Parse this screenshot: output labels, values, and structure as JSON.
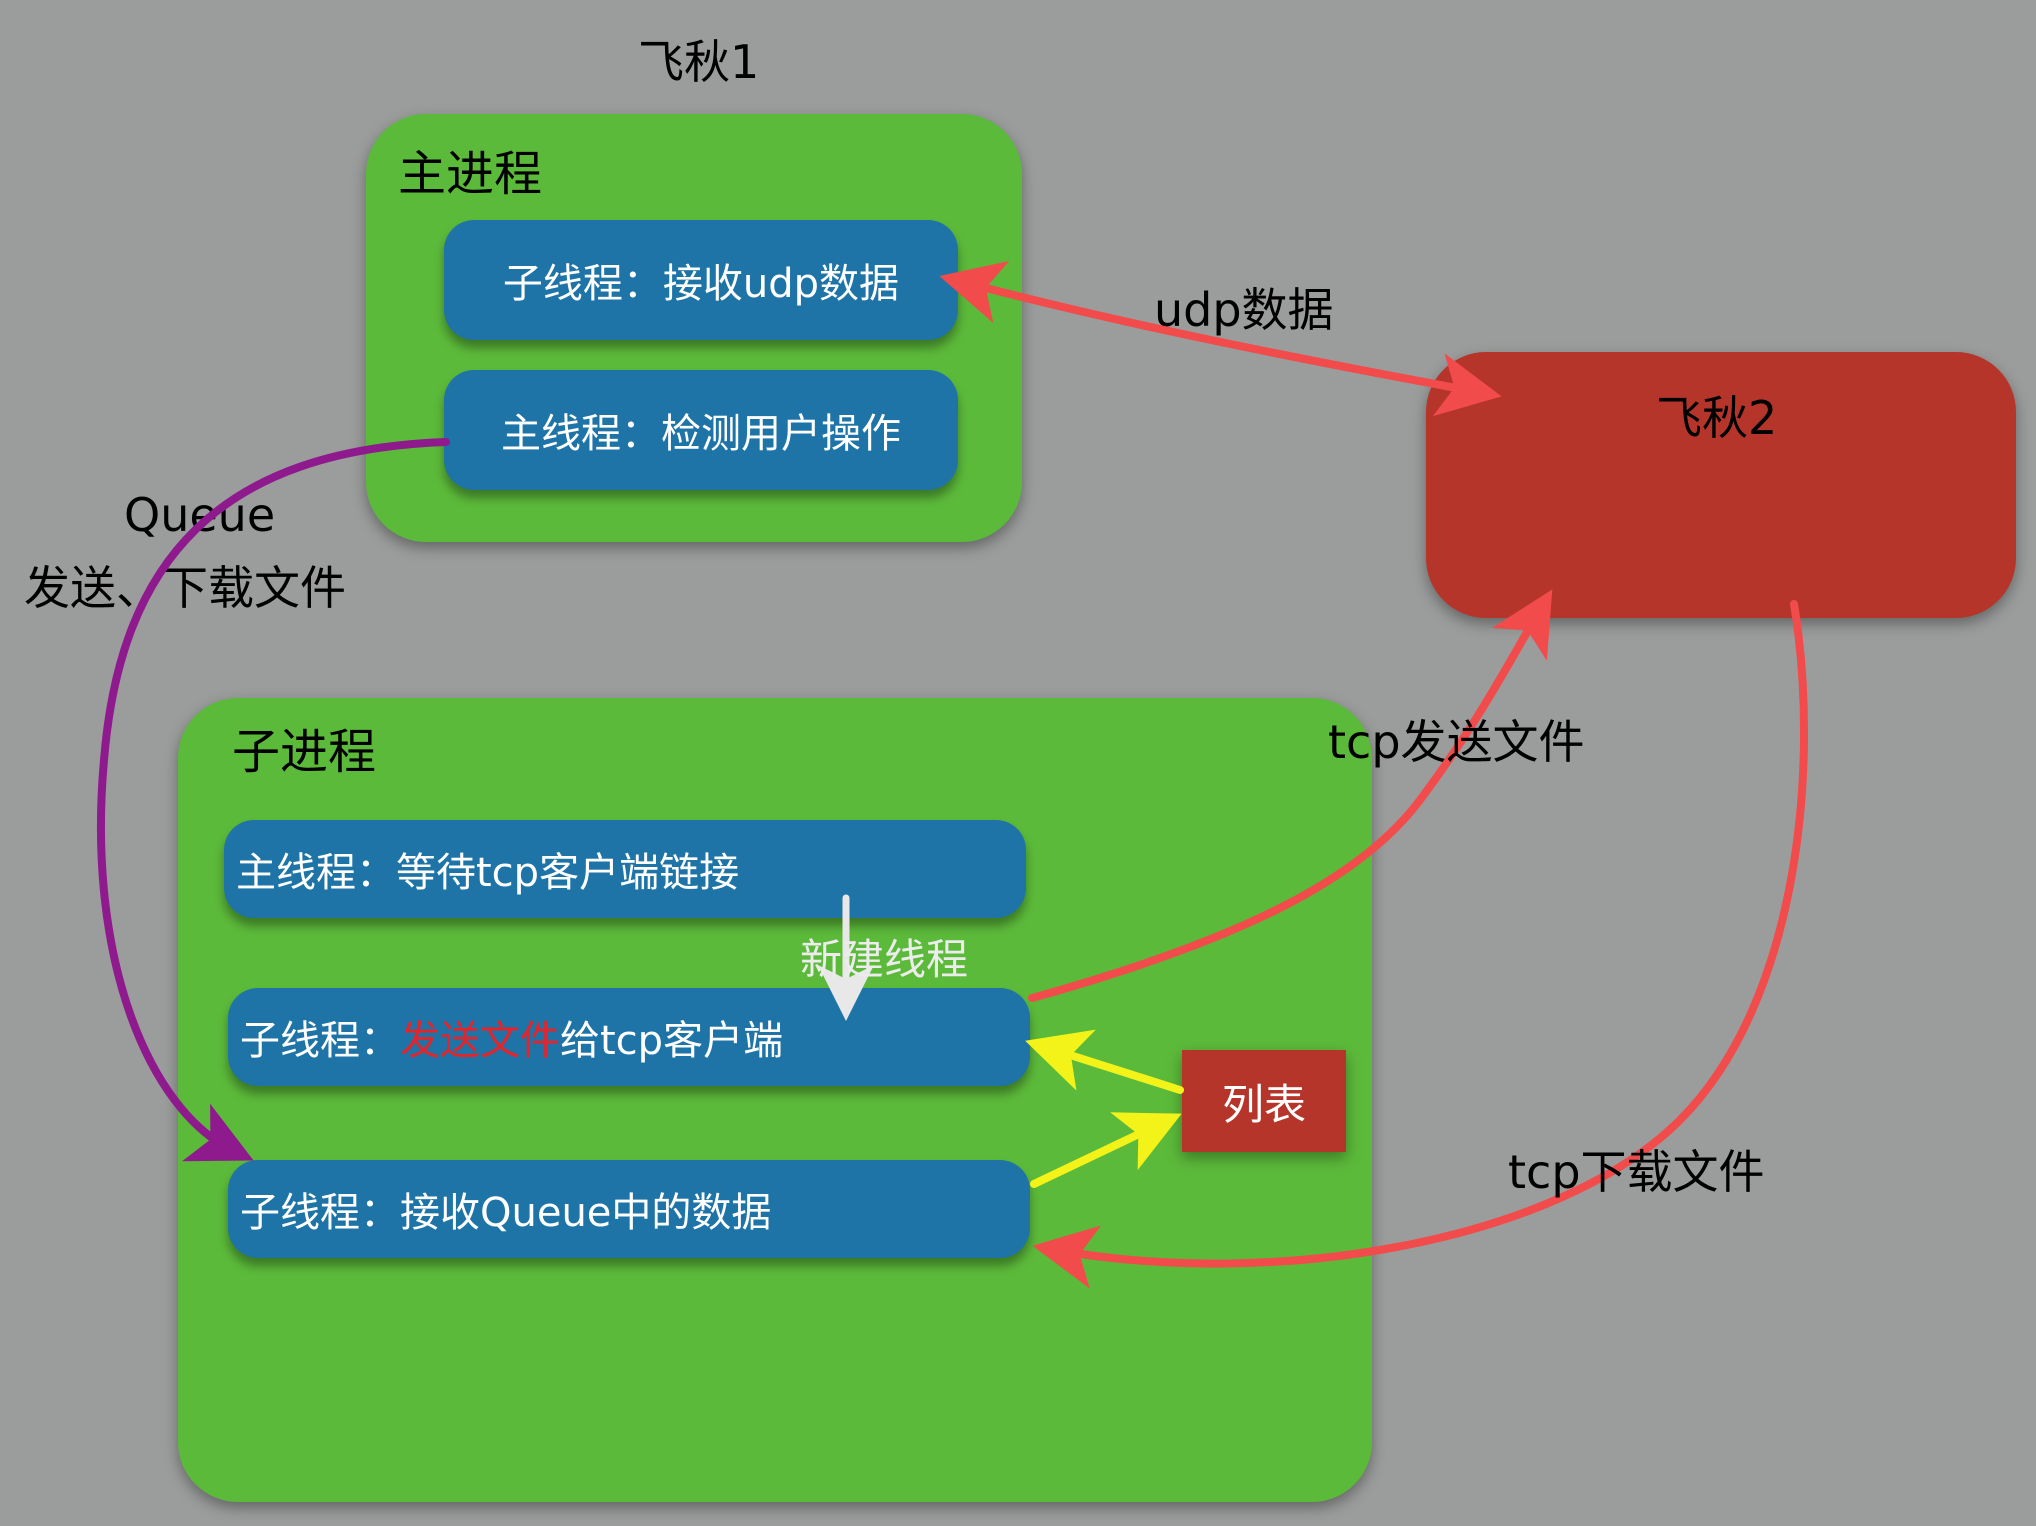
{
  "diagram": {
    "peer1_title": "飞秋1",
    "main_process": {
      "title": "主进程",
      "thread_recv_udp": "子线程：接收udp数据",
      "thread_main_ui": "主线程：检测用户操作"
    },
    "peer2_title": "飞秋2",
    "udp_label": "udp数据",
    "queue_label_line1": "Queue",
    "queue_label_line2": "发送、下载文件",
    "child_process": {
      "title": "子进程",
      "thread_wait_tcp": "主线程：等待tcp客户端链接",
      "new_thread_label": "新建线程",
      "thread_send_prefix": "子线程：",
      "thread_send_highlight": "发送文件",
      "thread_send_suffix": "给tcp客户端",
      "thread_recv_queue": "子线程：接收Queue中的数据"
    },
    "list_label": "列表",
    "tcp_send_label": "tcp发送文件",
    "tcp_download_label": "tcp下载文件"
  },
  "colors": {
    "background": "#9b9d9c",
    "process_box": "#5cba3a",
    "thread_box": "#1f74a7",
    "peer2_box": "#b5352b",
    "red_arrow": "#f24b4b",
    "queue_arrow": "#8e1a8e",
    "yellow_arrow": "#f3f31a",
    "new_thread_arrow": "#e8e8e8"
  }
}
